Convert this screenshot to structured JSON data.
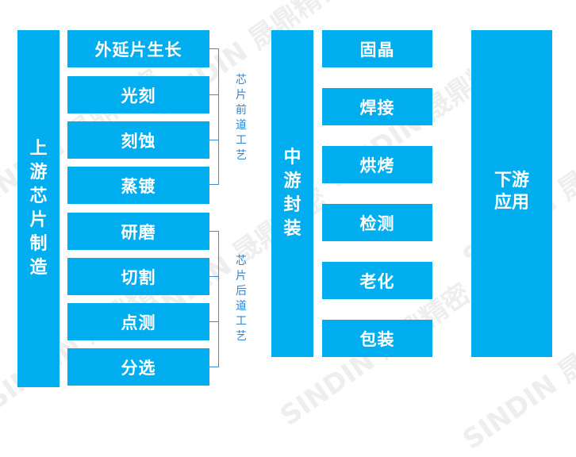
{
  "upstream": {
    "label": "上游芯片制造",
    "front_end": {
      "label": "芯片前道工艺",
      "steps": [
        "外延片生长",
        "光刻",
        "刻蚀",
        "蒸镀"
      ]
    },
    "back_end": {
      "label": "芯片后道工艺",
      "steps": [
        "研磨",
        "切割",
        "点测",
        "分选"
      ]
    }
  },
  "midstream": {
    "label": "中游封装",
    "steps": [
      "固晶",
      "焊接",
      "烘烤",
      "检测",
      "老化",
      "包装"
    ]
  },
  "downstream": {
    "label": "下游应用"
  },
  "watermark": "SINDIN 晟鼎精密",
  "colors": {
    "box": "#00aeef",
    "bracket": "#3b8fd9"
  }
}
